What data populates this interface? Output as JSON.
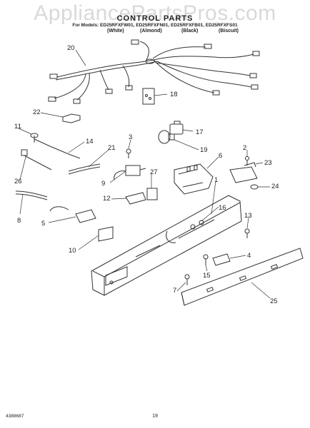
{
  "watermark": "AppliancePartsPros.com",
  "header": {
    "title": "CONTROL PARTS",
    "models": "For Models: ED25RFXFW01, ED25RFXFN01, ED25RFXFB01, ED25RFXFS01",
    "colors": [
      "(White)",
      "(Almond)",
      "(Black)",
      "(Biscuit)"
    ]
  },
  "callouts": [
    "20",
    "18",
    "22",
    "17",
    "11",
    "3",
    "14",
    "19",
    "6",
    "21",
    "2",
    "23",
    "26",
    "9",
    "27",
    "24",
    "12",
    "1",
    "8",
    "16",
    "13",
    "5",
    "4",
    "10",
    "15",
    "7",
    "25"
  ],
  "footer": {
    "doc_number": "4388687",
    "page_number": "19"
  }
}
